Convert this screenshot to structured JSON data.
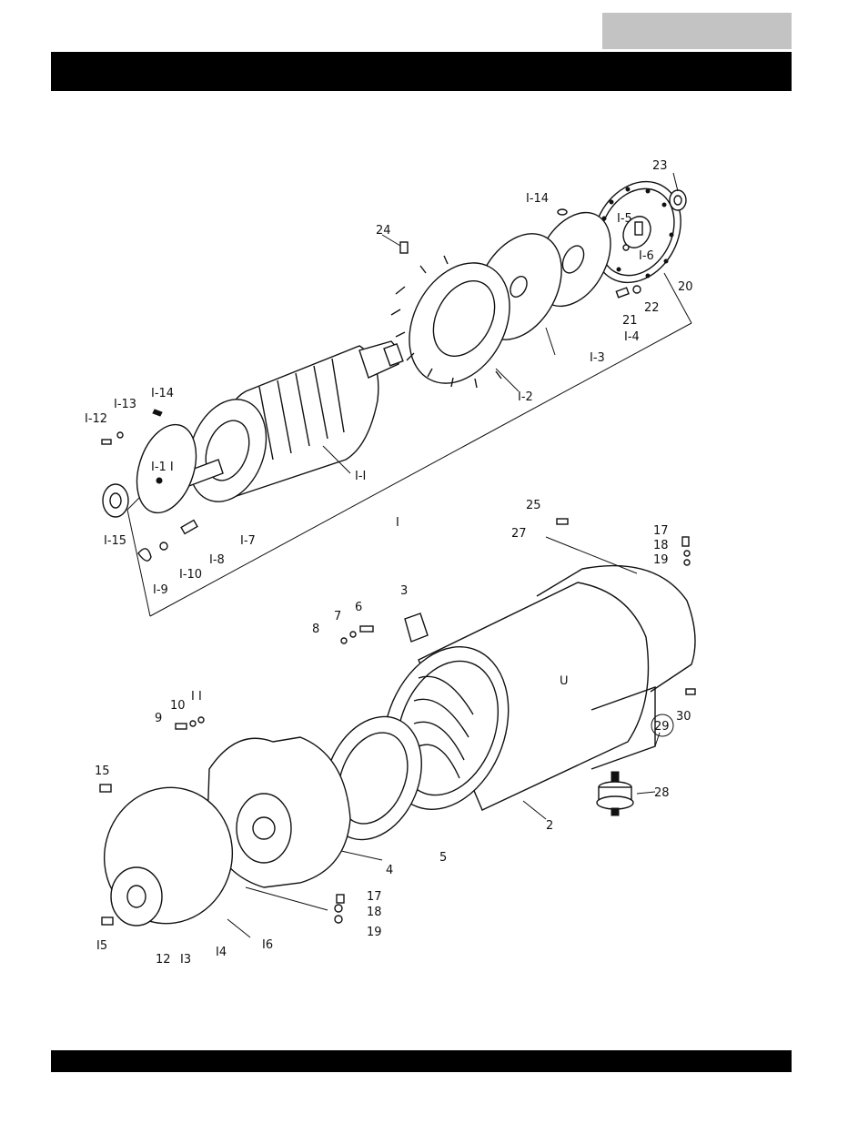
{
  "header": {
    "tab_text": "",
    "title": ""
  },
  "labels": [
    {
      "id": "23",
      "text": "23"
    },
    {
      "id": "1-14a",
      "text": "I-14"
    },
    {
      "id": "1-5",
      "text": "I-5"
    },
    {
      "id": "1-6",
      "text": "I-6"
    },
    {
      "id": "24",
      "text": "24"
    },
    {
      "id": "20",
      "text": "20"
    },
    {
      "id": "22",
      "text": "22"
    },
    {
      "id": "21",
      "text": "21"
    },
    {
      "id": "1-4",
      "text": "I-4"
    },
    {
      "id": "1-3",
      "text": "I-3"
    },
    {
      "id": "1-2",
      "text": "I-2"
    },
    {
      "id": "1-14b",
      "text": "I-14"
    },
    {
      "id": "1-13",
      "text": "I-13"
    },
    {
      "id": "1-12",
      "text": "I-12"
    },
    {
      "id": "1-11",
      "text": "I-1 I"
    },
    {
      "id": "1-1",
      "text": "I-I"
    },
    {
      "id": "1",
      "text": "I"
    },
    {
      "id": "1-15",
      "text": "I-15"
    },
    {
      "id": "1-8",
      "text": "I-8"
    },
    {
      "id": "1-7",
      "text": "I-7"
    },
    {
      "id": "1-10",
      "text": "I-10"
    },
    {
      "id": "1-9",
      "text": "I-9"
    },
    {
      "id": "25",
      "text": "25"
    },
    {
      "id": "27",
      "text": "27"
    },
    {
      "id": "17a",
      "text": "17"
    },
    {
      "id": "18a",
      "text": "18"
    },
    {
      "id": "19a",
      "text": "19"
    },
    {
      "id": "3",
      "text": "3"
    },
    {
      "id": "6",
      "text": "6"
    },
    {
      "id": "7",
      "text": "7"
    },
    {
      "id": "8",
      "text": "8"
    },
    {
      "id": "30",
      "text": "30"
    },
    {
      "id": "29",
      "text": "29"
    },
    {
      "id": "11",
      "text": "I I"
    },
    {
      "id": "10",
      "text": "10"
    },
    {
      "id": "9",
      "text": "9"
    },
    {
      "id": "28",
      "text": "28"
    },
    {
      "id": "15a",
      "text": "15"
    },
    {
      "id": "2",
      "text": "2"
    },
    {
      "id": "4",
      "text": "4"
    },
    {
      "id": "5",
      "text": "5"
    },
    {
      "id": "17b",
      "text": "17"
    },
    {
      "id": "18b",
      "text": "18"
    },
    {
      "id": "19b",
      "text": "19"
    },
    {
      "id": "15b",
      "text": "I5"
    },
    {
      "id": "12",
      "text": "12"
    },
    {
      "id": "13",
      "text": "I3"
    },
    {
      "id": "14",
      "text": "I4"
    },
    {
      "id": "16",
      "text": "I6"
    }
  ]
}
